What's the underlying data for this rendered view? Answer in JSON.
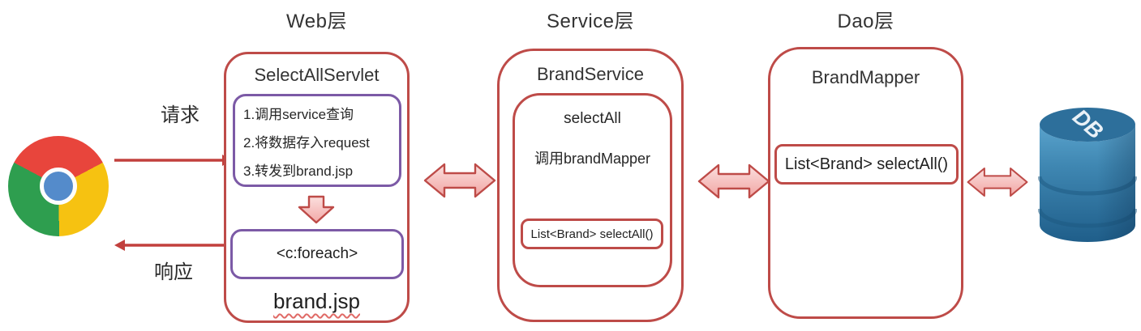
{
  "diagram": {
    "client": {
      "icon": "chrome-browser-logo",
      "request_label": "请求",
      "response_label": "响应"
    },
    "layers": [
      {
        "title": "Web层",
        "component": "SelectAllServlet",
        "steps": [
          "1.调用service查询",
          "2.将数据存入request",
          "3.转发到brand.jsp"
        ],
        "foreach": "<c:foreach>",
        "page": "brand.jsp"
      },
      {
        "title": "Service层",
        "component": "BrandService",
        "method": "selectAll",
        "call": "调用brandMapper",
        "signature": "List<Brand> selectAll()"
      },
      {
        "title": "Dao层",
        "component": "BrandMapper",
        "signature": "List<Brand> selectAll()"
      }
    ],
    "database": {
      "icon": "database-cylinder",
      "label": "DB"
    },
    "colors": {
      "box_border_red": "#BE4B48",
      "inner_border_purple": "#7C5AA6",
      "arrow_fill_pink": "#F6BCBA",
      "arrow_line_red": "#C2403D",
      "db_blue": "#2D6F9B"
    }
  }
}
